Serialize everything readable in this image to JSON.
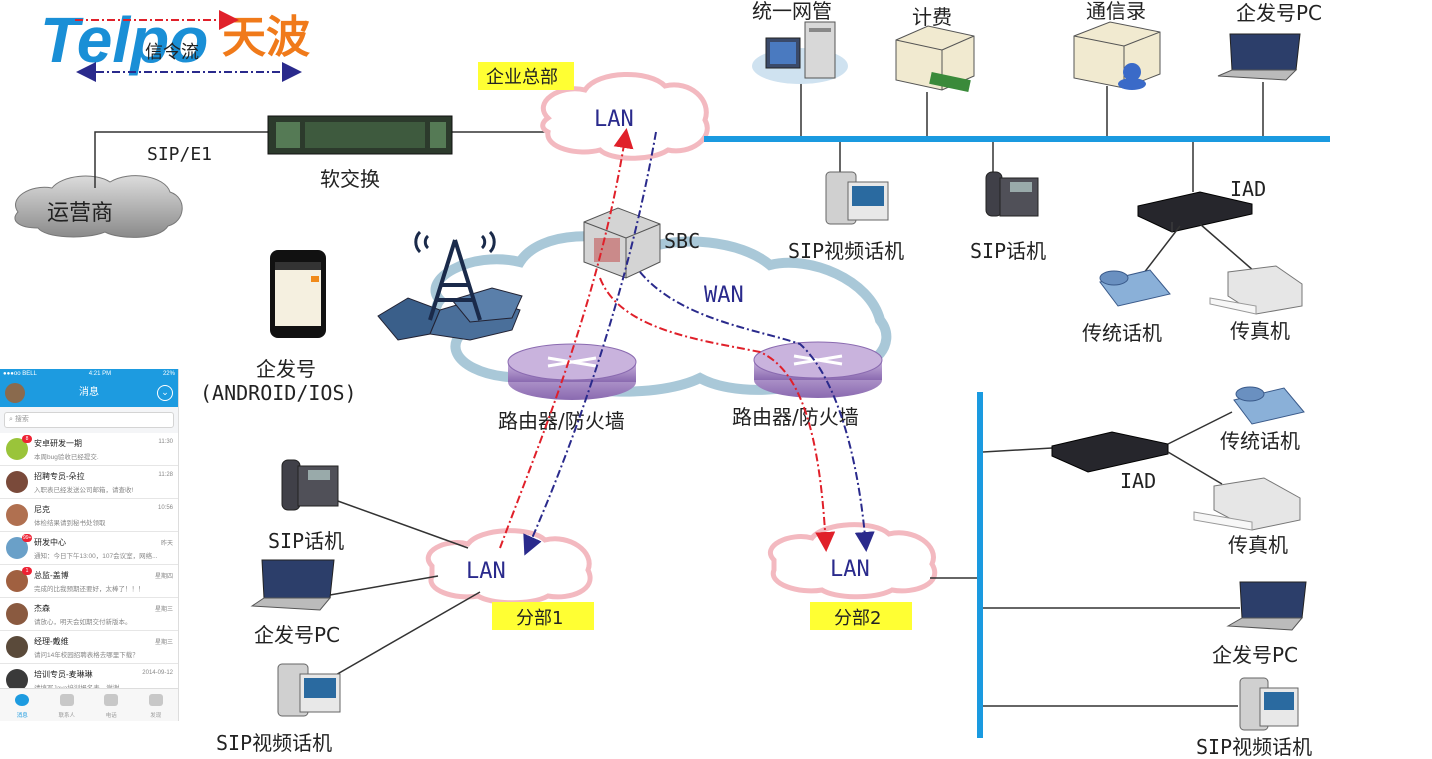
{
  "logo": {
    "brand_latin": "Telpo",
    "brand_cn": "天波"
  },
  "legend": {
    "signal_flow": "信令流"
  },
  "labels": {
    "hq": "企业总部",
    "lan_hq": "LAN",
    "network_mgmt": "统一网管",
    "billing": "计费",
    "directory": "通信录",
    "pc_hq": "企发号PC",
    "sip_e1": "SIP/E1",
    "softswitch": "软交换",
    "carrier": "运营商",
    "sip_video_hq": "SIP视频话机",
    "sip_phone_hq": "SIP话机",
    "iad_hq": "IAD",
    "analog_phone_hq": "传统话机",
    "fax_hq": "传真机",
    "sbc": "SBC",
    "wan": "WAN",
    "mobile_app": "企发号",
    "mobile_os": "(ANDROID/IOS)",
    "router1": "路由器/防火墙",
    "router2": "路由器/防火墙",
    "sip_phone_b1": "SIP话机",
    "pc_b1": "企发号PC",
    "sip_video_b1": "SIP视频话机",
    "lan_b1": "LAN",
    "branch1": "分部1",
    "lan_b2": "LAN",
    "branch2": "分部2",
    "iad_b2": "IAD",
    "analog_phone_b2": "传统话机",
    "fax_b2": "传真机",
    "pc_b2": "企发号PC",
    "sip_video_b2": "SIP视频话机"
  },
  "colors": {
    "bus": "#1a9ae0",
    "signal_red": "#e0202a",
    "signal_blue": "#2a2a8c",
    "highlight": "#ffff33"
  },
  "phone": {
    "status_left": "●●●oo BELL",
    "status_time": "4:21 PM",
    "status_right": "22%",
    "title": "消息",
    "search_placeholder": "搜索",
    "conversations": [
      {
        "name": "安卓研发一期",
        "time": "11:30",
        "preview": "本周bug验收已经提交.",
        "badge": "8",
        "avatar_color": "#9ac43a"
      },
      {
        "name": "招聘专员-朵拉",
        "time": "11:28",
        "preview": "入职表已经发送公司邮箱，请查收!",
        "badge": "",
        "avatar_color": "#7a4a3a"
      },
      {
        "name": "尼克",
        "time": "10:56",
        "preview": "体检结果请到秘书处领取",
        "badge": "",
        "avatar_color": "#b07050"
      },
      {
        "name": "研发中心",
        "time": "昨天",
        "preview": "通知：今日下午13:00，107会议室，网络...",
        "badge": "99+",
        "avatar_color": "#6aa0c8"
      },
      {
        "name": "总监-盖博",
        "time": "星期四",
        "preview": "完成的比我预期还要好，太棒了！！！",
        "badge": "1",
        "avatar_color": "#a06040"
      },
      {
        "name": "杰森",
        "time": "星期三",
        "preview": "请放心，明天会如期交付新版本。",
        "badge": "",
        "avatar_color": "#8a5a40"
      },
      {
        "name": "经理-戴维",
        "time": "星期三",
        "preview": "请问14年校园招聘表格去哪里下载？",
        "badge": "",
        "avatar_color": "#5a4a3a"
      },
      {
        "name": "培训专员-麦琳琳",
        "time": "2014-09-12",
        "preview": "请填写Java培训报名表，谢谢",
        "badge": "",
        "avatar_color": "#3a3a3a"
      }
    ],
    "tabs": [
      "消息",
      "联系人",
      "电话",
      "发现"
    ]
  }
}
